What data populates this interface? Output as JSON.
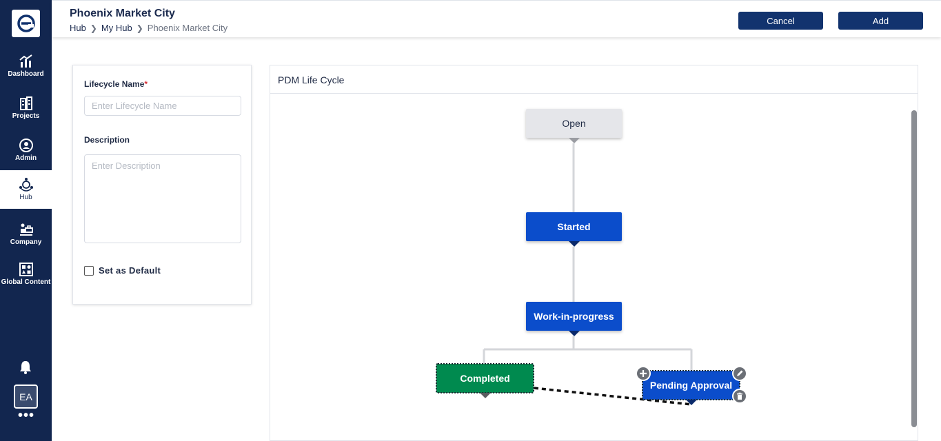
{
  "app": {
    "logo_icon": "e-logo-icon"
  },
  "sidebar": {
    "items": [
      {
        "label": "Dashboard",
        "icon": "chart-icon",
        "active": false
      },
      {
        "label": "Projects",
        "icon": "building-icon",
        "active": false
      },
      {
        "label": "Admin",
        "icon": "admin-icon",
        "active": false
      },
      {
        "label": "Hub",
        "icon": "hub-icon",
        "active": true
      },
      {
        "label": "Company",
        "icon": "company-icon",
        "active": false
      },
      {
        "label": "Global Content",
        "icon": "global-content-icon",
        "active": false
      }
    ],
    "avatar_initials": "EA",
    "more_label": "•••"
  },
  "header": {
    "title": "Phoenix Market City",
    "breadcrumb": [
      "Hub",
      "My Hub",
      "Phoenix Market City"
    ],
    "cancel_label": "Cancel",
    "add_label": "Add"
  },
  "form": {
    "name_label": "Lifecycle Name",
    "name_required_mark": "*",
    "name_placeholder": "Enter Lifecycle Name",
    "name_value": "",
    "description_label": "Description",
    "description_placeholder": "Enter Description",
    "description_value": "",
    "default_checkbox_label": "Set as Default",
    "default_checked": false
  },
  "lifecycle": {
    "title": "PDM Life Cycle",
    "nodes": {
      "open": "Open",
      "started": "Started",
      "wip": "Work-in-progress",
      "completed": "Completed",
      "pending": "Pending Approval"
    }
  },
  "colors": {
    "sidebar": "#12264f",
    "primary_button": "#12336e",
    "node_blue": "#0b4dcb",
    "node_green": "#008a4f",
    "node_grey": "#e5e6ea"
  }
}
